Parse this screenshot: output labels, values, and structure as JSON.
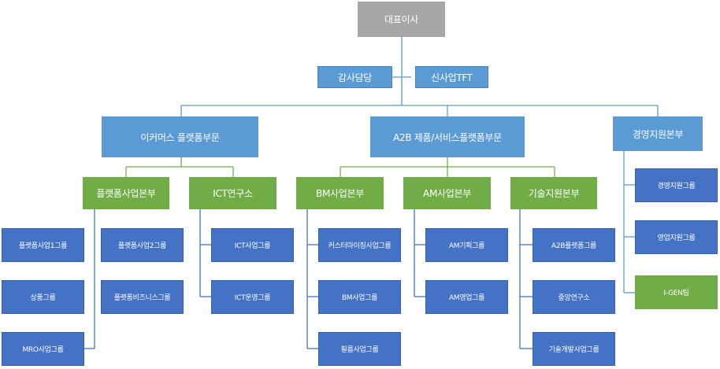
{
  "ceo": "대표이사",
  "staff": [
    "감사담당",
    "신사업TFT"
  ],
  "divisions": [
    "이커머스 플랫폼부문",
    "A2B 제품/서비스플랫폼부문",
    "경영지원본부"
  ],
  "units": [
    "플랫폼사업본부",
    "ICT연구소",
    "BM사업본부",
    "AM사업본부",
    "기술지원본부"
  ],
  "groups": {
    "platform": [
      "플랫폼사업1그룹",
      "플랫폼사업2그룹",
      "상품그룹",
      "플랫폼비즈니스그룹",
      "MRO사업그룹"
    ],
    "ict": [
      "ICT사업그룹",
      "ICT운영그룹"
    ],
    "bm": [
      "커스터마이징사업그룹",
      "BM사업그룹",
      "필름사업그룹"
    ],
    "am": [
      "AM기획그룹",
      "AM영업그룹"
    ],
    "tech": [
      "A2B플랫폼그룹",
      "중앙연구소",
      "기술개발사업그룹"
    ],
    "mgmt": [
      "경영지원그룹",
      "영업지원그룹",
      "I-GEN팀"
    ]
  },
  "colors": {
    "ceo": "#a6a6a6",
    "division": "#5b9bd5",
    "unit": "#70ad47",
    "group": "#4472c4",
    "line_blue": "#5b9bd5",
    "line_green": "#70ad47"
  }
}
